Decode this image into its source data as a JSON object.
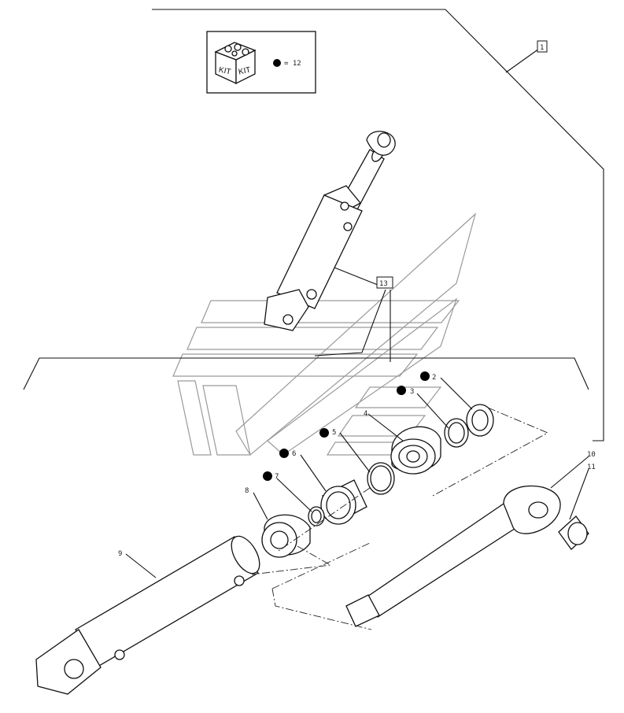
{
  "kit": {
    "label_left": "KIT",
    "label_right": "KIT",
    "legend_text": "= 12"
  },
  "callouts": {
    "c1": "1",
    "c2": "2",
    "c3": "3",
    "c4": "4",
    "c5": "5",
    "c6": "6",
    "c7": "7",
    "c8": "8",
    "c9": "9",
    "c10": "10",
    "c11": "11",
    "c13": "13"
  },
  "colors": {
    "line": "#111111",
    "watermark": "#9a9a9a",
    "kit_dot": "#000000"
  }
}
